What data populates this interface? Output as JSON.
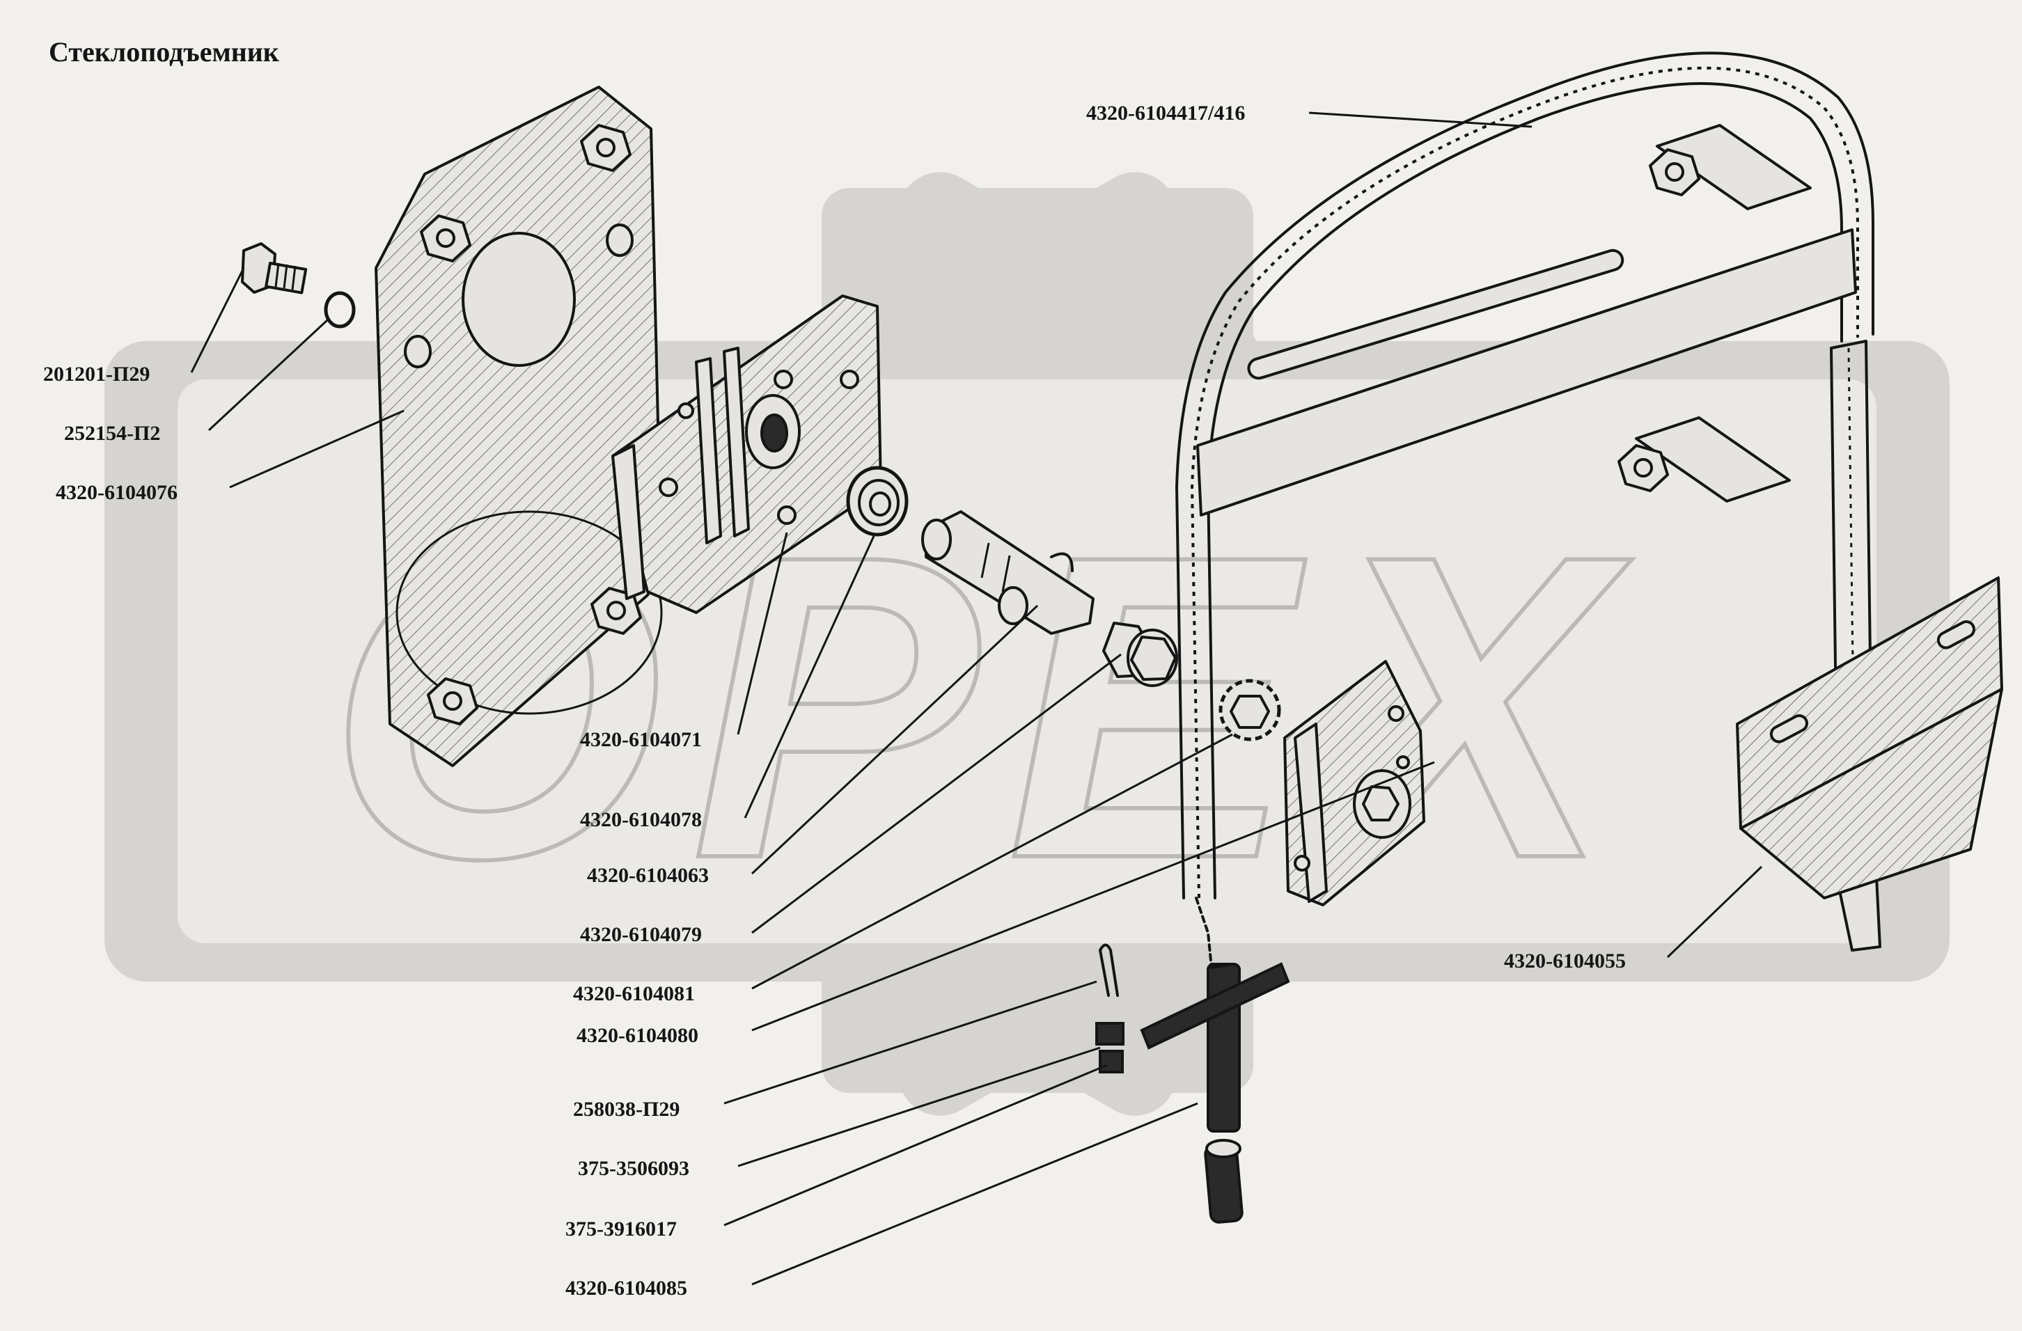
{
  "title": "Стеклоподъемник",
  "watermark": "OPEX",
  "colors": {
    "background": "#f2f0ed",
    "watermark": "#d2d0cc",
    "ink": "#151515"
  },
  "labels": [
    {
      "id": "label-4320-6104417-416",
      "text": "4320-6104417/416"
    },
    {
      "id": "label-201201-p29",
      "text": "201201-П29"
    },
    {
      "id": "label-252154-p2",
      "text": "252154-П2"
    },
    {
      "id": "label-4320-6104076",
      "text": "4320-6104076"
    },
    {
      "id": "label-4320-6104071",
      "text": "4320-6104071"
    },
    {
      "id": "label-4320-6104078",
      "text": "4320-6104078"
    },
    {
      "id": "label-4320-6104063",
      "text": "4320-6104063"
    },
    {
      "id": "label-4320-6104079",
      "text": "4320-6104079"
    },
    {
      "id": "label-4320-6104081",
      "text": "4320-6104081"
    },
    {
      "id": "label-4320-6104080",
      "text": "4320-6104080"
    },
    {
      "id": "label-258038-p29",
      "text": "258038-П29"
    },
    {
      "id": "label-375-3506093",
      "text": "375-3506093"
    },
    {
      "id": "label-375-3916017",
      "text": "375-3916017"
    },
    {
      "id": "label-4320-6104085",
      "text": "4320-6104085"
    },
    {
      "id": "label-4320-6104055",
      "text": "4320-6104055"
    }
  ]
}
